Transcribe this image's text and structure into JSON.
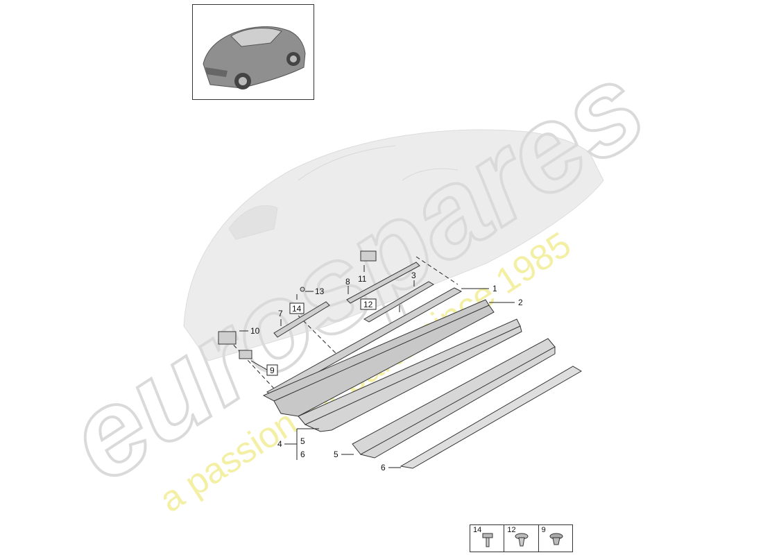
{
  "watermark": {
    "brand": "eurospares",
    "tagline": "a passion for parts since 1985"
  },
  "callouts": {
    "c1": "1",
    "c2": "2",
    "c3": "3",
    "c4": "4",
    "c4_sub5": "5",
    "c4_sub6": "6",
    "c5": "5",
    "c6": "6",
    "c7": "7",
    "c8": "8",
    "c9": "9",
    "c10": "10",
    "c11": "11",
    "c12": "12",
    "c13": "13",
    "c14": "14"
  },
  "legend": {
    "items": [
      {
        "number": "14",
        "icon": "bolt-icon"
      },
      {
        "number": "12",
        "icon": "clip-screw-icon"
      },
      {
        "number": "9",
        "icon": "clip-icon"
      }
    ]
  },
  "colors": {
    "car_silhouette": "#e9e9e9",
    "watermark_grey": "#d6d6d6",
    "watermark_yellow": "#f3f0a6",
    "part_fill": "#cfcfcf",
    "line": "#222222"
  }
}
